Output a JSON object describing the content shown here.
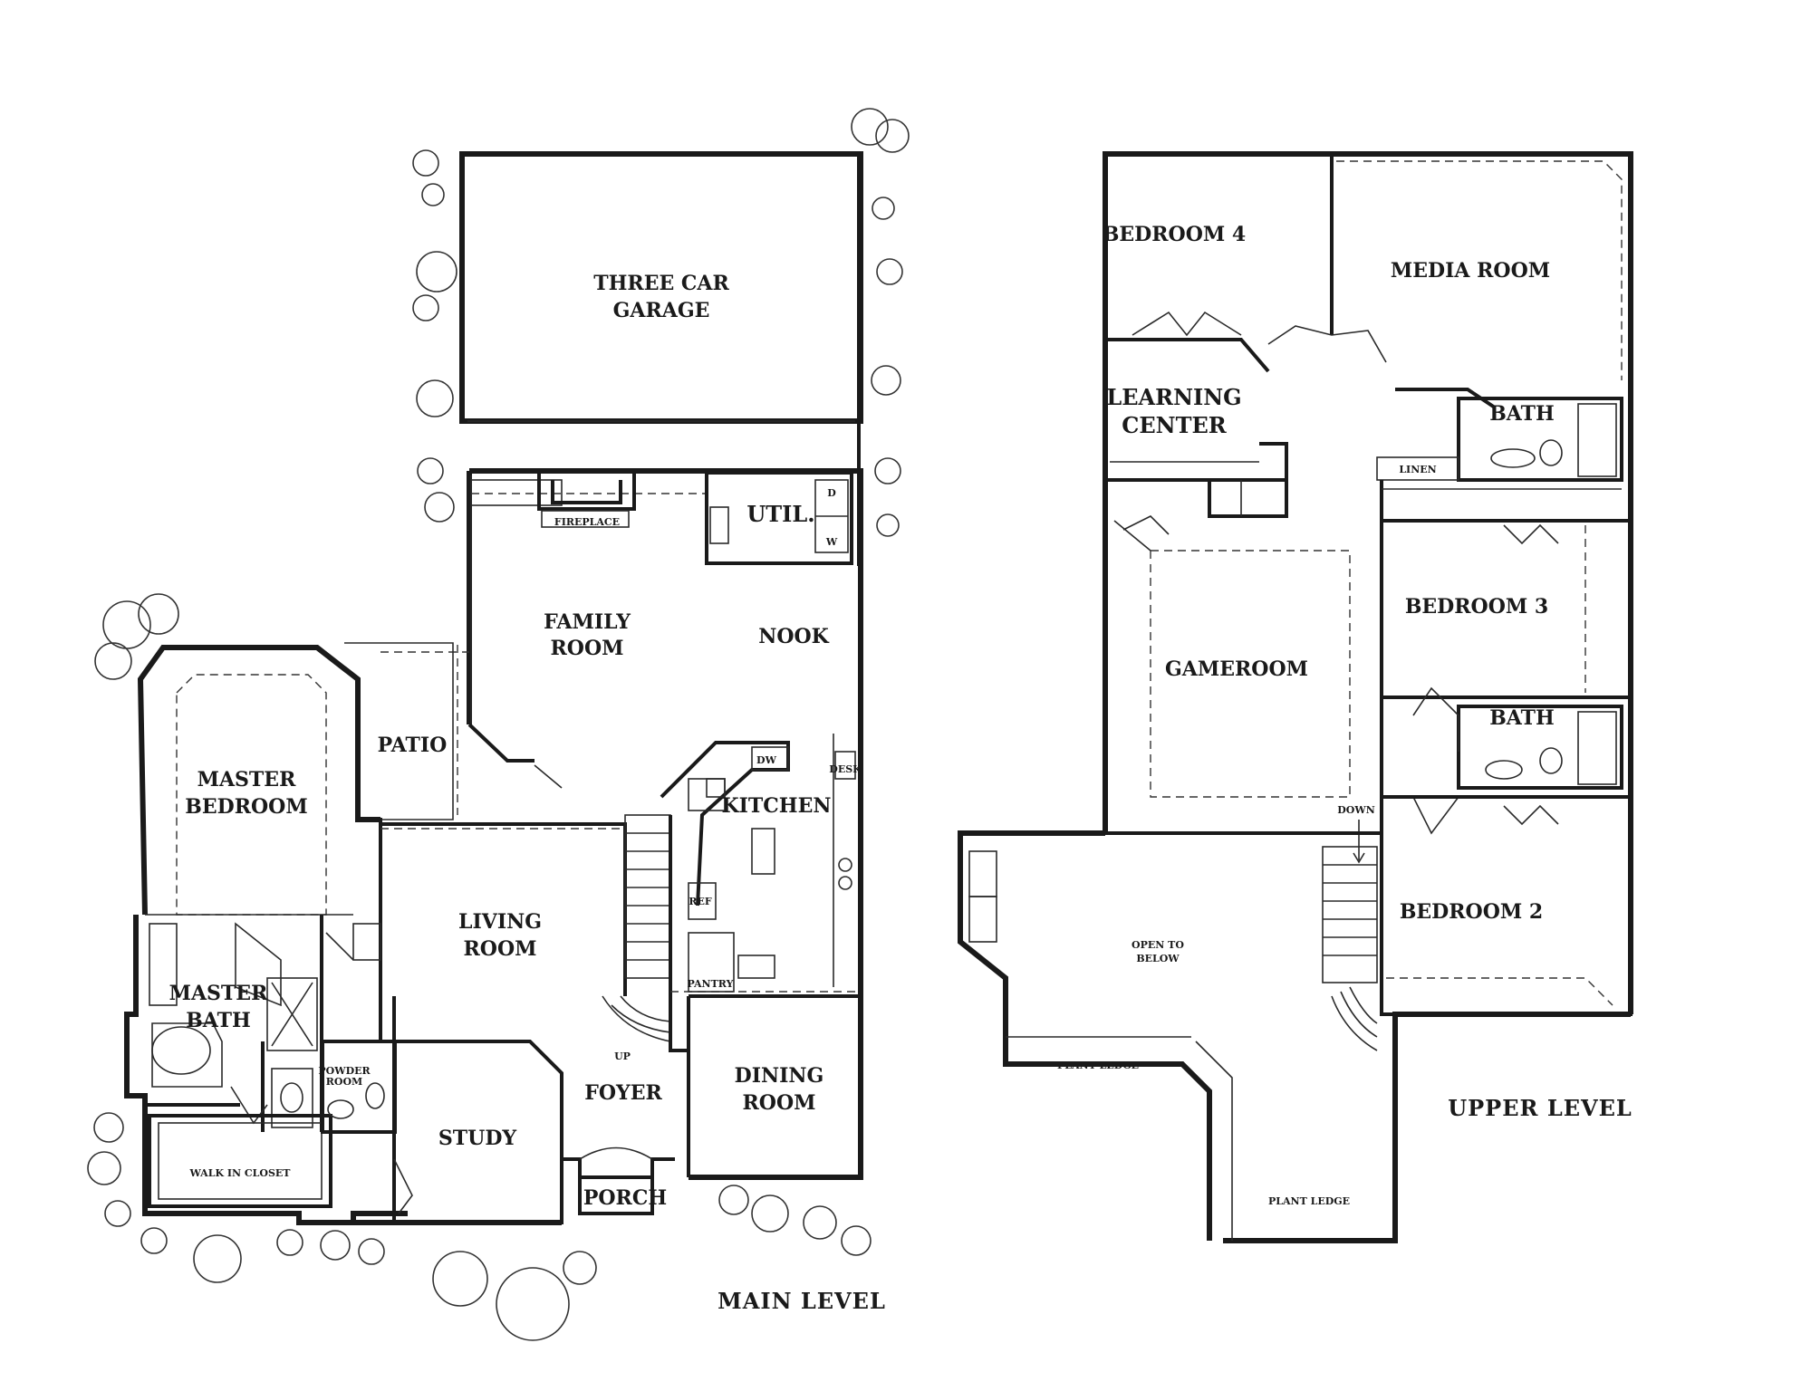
{
  "main_level": {
    "title": "MAIN LEVEL",
    "rooms": {
      "garage_1": "THREE CAR",
      "garage_2": "GARAGE",
      "fireplace": "FIREPLACE",
      "util": "UTIL.",
      "d": "D",
      "w": "W",
      "family_1": "FAMILY",
      "family_2": "ROOM",
      "nook": "NOOK",
      "patio": "PATIO",
      "master_bed_1": "MASTER",
      "master_bed_2": "BEDROOM",
      "kitchen": "KITCHEN",
      "dw": "DW",
      "desk": "DESK",
      "ref": "REF",
      "pantry": "PANTRY",
      "living_1": "LIVING",
      "living_2": "ROOM",
      "master_bath_1": "MASTER",
      "master_bath_2": "BATH",
      "powder_1": "POWDER",
      "powder_2": "ROOM",
      "up": "UP",
      "foyer": "FOYER",
      "dining_1": "DINING",
      "dining_2": "ROOM",
      "study": "STUDY",
      "walk_in_closet": "WALK IN CLOSET",
      "porch": "PORCH"
    }
  },
  "upper_level": {
    "title": "UPPER LEVEL",
    "rooms": {
      "bedroom4": "BEDROOM 4",
      "media": "MEDIA ROOM",
      "learning_1": "LEARNING",
      "learning_2": "CENTER",
      "bath_top": "BATH",
      "linen": "LINEN",
      "gameroom": "GAMEROOM",
      "bedroom3": "BEDROOM 3",
      "bath_mid": "BATH",
      "down": "DOWN",
      "open_1": "OPEN TO",
      "open_2": "BELOW",
      "bedroom2": "BEDROOM 2",
      "plant_ledge_1": "PLANT LEDGE",
      "plant_ledge_2": "PLANT LEDGE"
    }
  }
}
